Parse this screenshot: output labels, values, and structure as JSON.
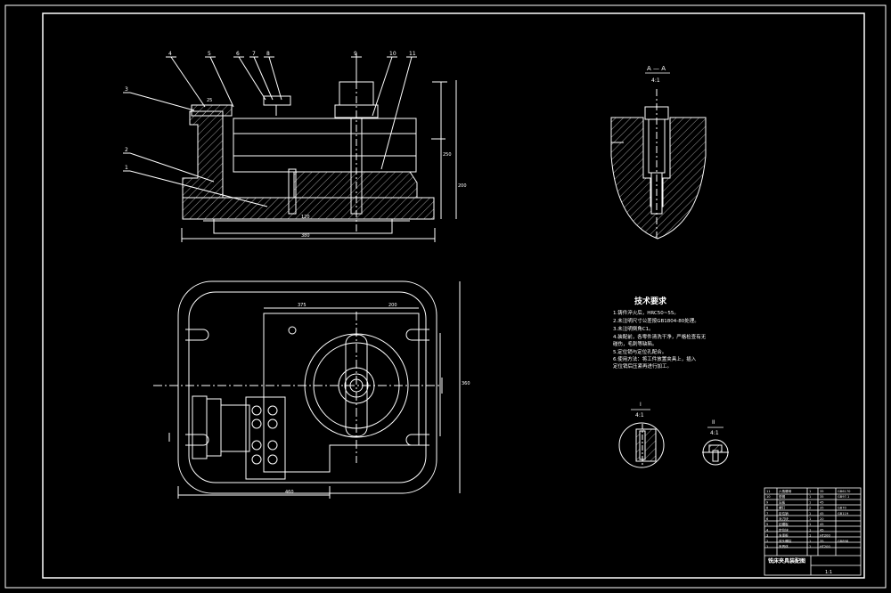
{
  "front_view": {
    "callouts": [
      "4",
      "5",
      "6",
      "7",
      "8",
      "9",
      "10",
      "11",
      "3",
      "2",
      "1"
    ],
    "dims": [
      "120",
      "380",
      "250",
      "200",
      "25"
    ]
  },
  "plan_view": {
    "dims": [
      "460",
      "360",
      "200",
      "375"
    ]
  },
  "section_aa": {
    "title": "A — A",
    "scale": "4:1"
  },
  "tech_requirements": {
    "heading": "技术要求",
    "lines": [
      "1.铸件淬火后，HRC50~55。",
      "2.未注明尺寸公差按GB1804-80处理。",
      "3.未注明倒角C1。",
      "4.装配前，各零件清洗干净，严格检查有无",
      "  碰伤，毛刺等缺陷。",
      "5.定位销与定位孔配合。",
      "6.使用方法：将工件放置夹具上，插入",
      "  定位销后压紧再进行加工。"
    ]
  },
  "detail_i": {
    "label": "I",
    "scale": "4:1"
  },
  "detail_ii": {
    "label": "II",
    "scale": "4:1"
  },
  "title_block": {
    "rows": [
      [
        "11",
        "六角螺母",
        "1",
        "35",
        "GB6170"
      ],
      [
        "10",
        "垫圈",
        "1",
        "35",
        "GB97.1"
      ],
      [
        "9",
        "压板",
        "1",
        "45",
        ""
      ],
      [
        "8",
        "螺钉",
        "2",
        "35",
        "GB70"
      ],
      [
        "7",
        "定位销",
        "1",
        "45",
        "GB119"
      ],
      [
        "6",
        "对刀块",
        "1",
        "20",
        ""
      ],
      [
        "5",
        "钻模板",
        "1",
        "45",
        ""
      ],
      [
        "4",
        "定位块",
        "1",
        "45",
        ""
      ],
      [
        "3",
        "支承板",
        "1",
        "HT200",
        ""
      ],
      [
        "2",
        "双头螺柱",
        "1",
        "35",
        "GB898"
      ],
      [
        "1",
        "夹具体",
        "1",
        "HT200",
        ""
      ]
    ],
    "name": "铣床夹具装配图",
    "scale": "1:1"
  },
  "colors": {
    "background": "#000000",
    "line": "#ffffff",
    "hatch": "#c8c8c8"
  }
}
